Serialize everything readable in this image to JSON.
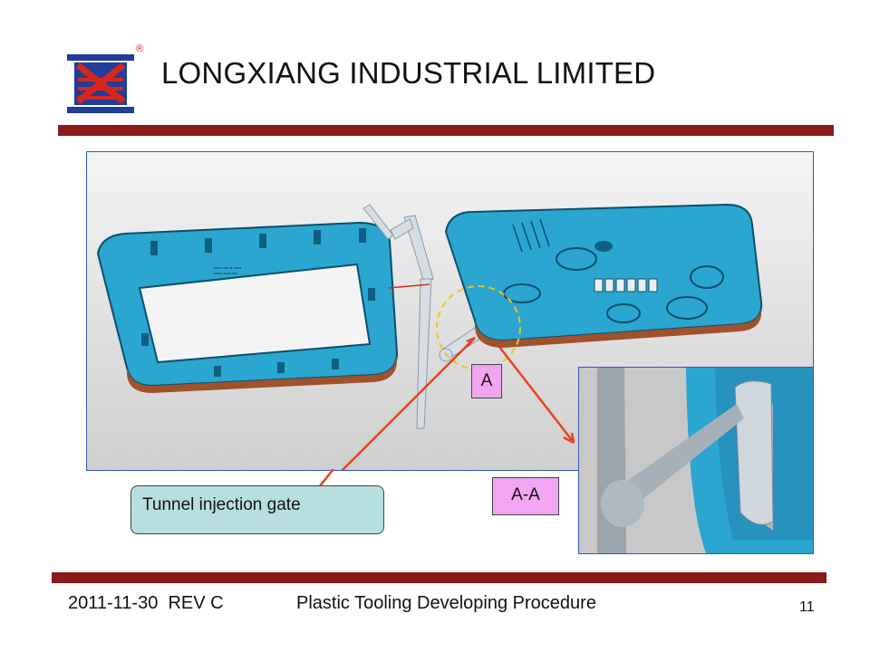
{
  "header": {
    "company_name": "LONGXIANG INDUSTRIAL LIMITED",
    "registered_mark": "®",
    "logo_icon": "longxiang-logo",
    "bar_color": "#8b1a1a"
  },
  "figure": {
    "section_label": "A",
    "section_view_label": "A-A",
    "callout_text": "Tunnel injection gate",
    "part_color": "#29a9d4",
    "arrow_color": "#e8431a"
  },
  "footer": {
    "date_rev": "2011-11-30  REV C",
    "doc_title": "Plastic Tooling Developing Procedure",
    "page_number": "11"
  }
}
